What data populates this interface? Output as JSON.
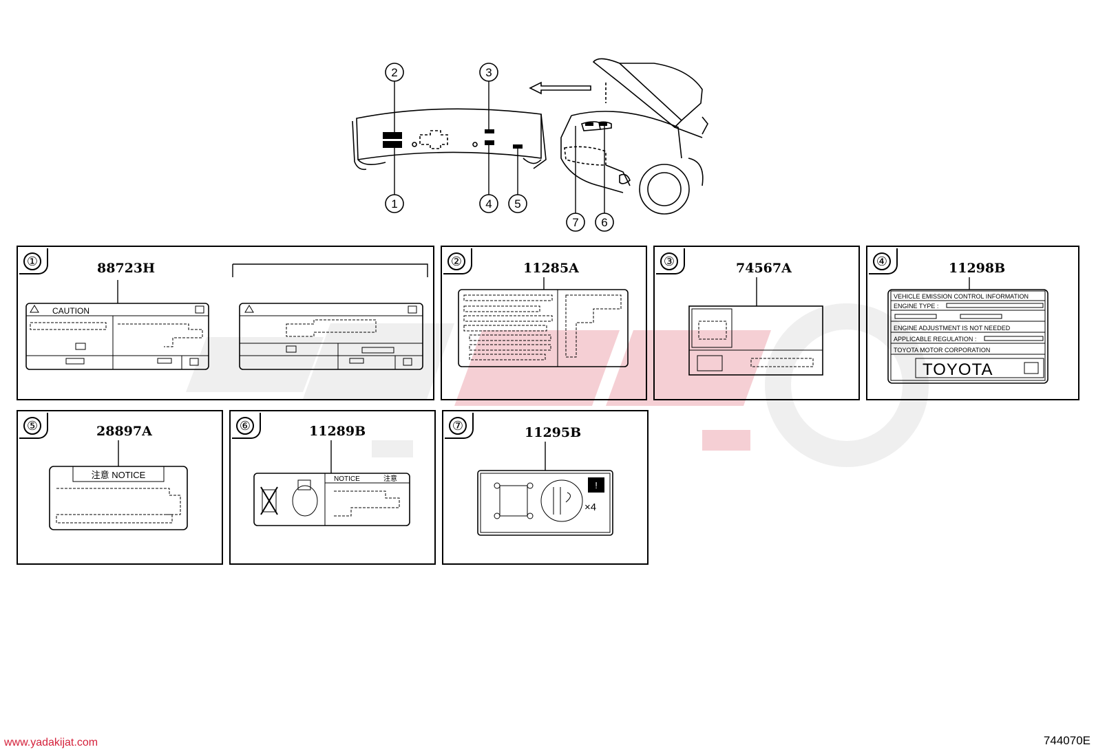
{
  "callouts": [
    "①",
    "②",
    "③",
    "④",
    "⑤",
    "⑥",
    "⑦"
  ],
  "panels": [
    {
      "num": "①",
      "part_no": "88723H"
    },
    {
      "num": "②",
      "part_no": "11285A"
    },
    {
      "num": "③",
      "part_no": "74567A"
    },
    {
      "num": "④",
      "part_no": "11298B"
    },
    {
      "num": "⑤",
      "part_no": "28897A"
    },
    {
      "num": "⑥",
      "part_no": "11289B"
    },
    {
      "num": "⑦",
      "part_no": "11295B"
    }
  ],
  "labels": {
    "caution": "CAUTION",
    "emission": {
      "l1": "VEHICLE EMISSION CONTROL INFORMATION",
      "l2": "ENGINE TYPE :",
      "l3": "ENGINE ADJUSTMENT IS NOT NEEDED",
      "l4": "APPLICABLE REGULATION :",
      "l5": "TOYOTA MOTOR CORPORATION",
      "brand": "TOYOTA"
    },
    "notice_jp": "注意 NOTICE",
    "notice": "NOTICE",
    "notice_warn": "注意",
    "x4": "×4"
  },
  "footer": {
    "url": "www.yadakijat.com",
    "code": "744070E"
  },
  "colors": {
    "watermark": "#f1d4d8",
    "watermark_red": "#eda9b2",
    "url": "#d4203a"
  }
}
